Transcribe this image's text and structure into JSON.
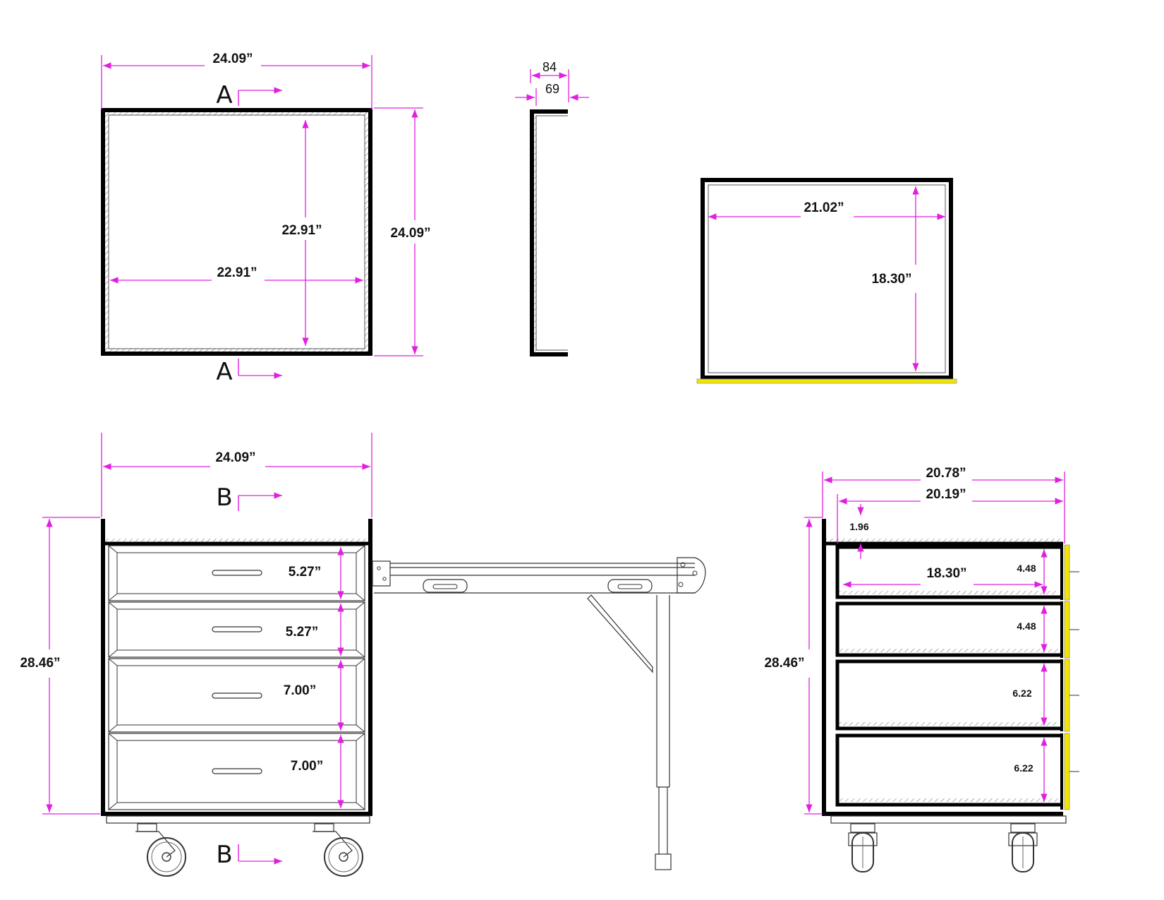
{
  "palette": {
    "dimension": "#e020e0",
    "outline": "#000000",
    "accent": "#f2e600"
  },
  "top_view": {
    "overall_width": "24.09”",
    "overall_height": "24.09”",
    "inner_width": "22.91”",
    "inner_height": "22.91”",
    "section_label": "A"
  },
  "side_profile": {
    "outer": "84",
    "inner": "69"
  },
  "drawer_view": {
    "width": "21.02”",
    "depth": "18.30”"
  },
  "front_view": {
    "overall_width": "24.09”",
    "overall_height": "28.46”",
    "section_label": "B",
    "drawers": [
      "5.27”",
      "5.27”",
      "7.00”",
      "7.00”"
    ]
  },
  "section_view": {
    "outer_width": "20.78”",
    "inner_width": "20.19”",
    "top_gap": "1.96",
    "drawer_depth": "18.30”",
    "overall_height": "28.46”",
    "drawer_heights": [
      "4.48",
      "4.48",
      "6.22",
      "6.22"
    ]
  }
}
